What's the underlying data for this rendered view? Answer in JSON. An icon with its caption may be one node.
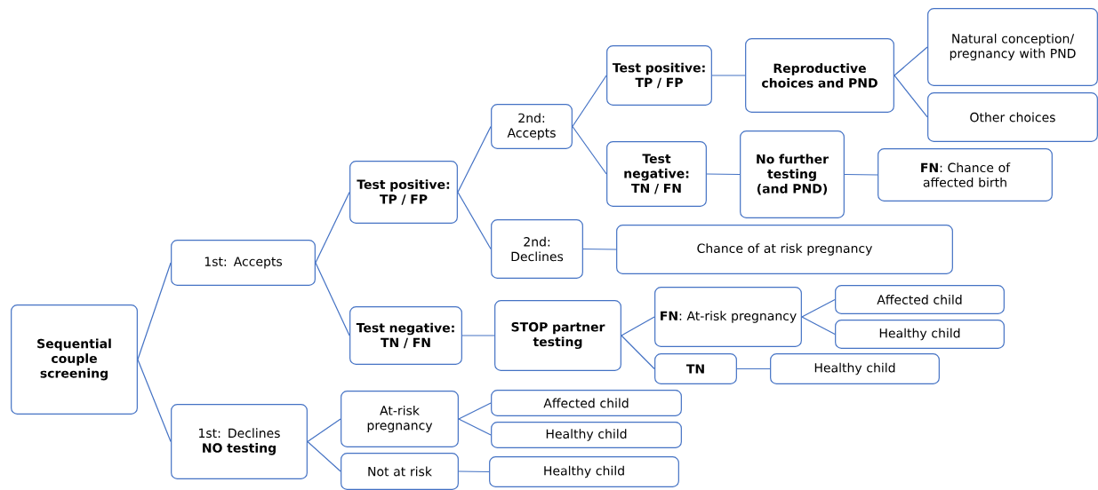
{
  "diagram": {
    "nodes": [
      {
        "text": [
          "Sequential couple screening"
        ]
      },
      {
        "text": [
          "1st: Accepts"
        ]
      },
      {
        "text": [
          "1st: Declines **NO testing**"
        ]
      },
      {
        "text": [
          "Test positive: TP / FP"
        ]
      },
      {
        "text": [
          "Test negative: TN / FN"
        ]
      },
      {
        "text": [
          "2nd: Accepts"
        ]
      },
      {
        "text": [
          "2nd: Declines"
        ]
      },
      {
        "text": [
          "Test positive: TP / FP"
        ]
      },
      {
        "text": [
          "Test negative: TN / FN"
        ]
      },
      {
        "text": [
          "Reproductive choices and PND"
        ]
      },
      {
        "text": [
          "Natural conception/ pregnancy with PND"
        ]
      },
      {
        "text": [
          "Other choices"
        ]
      },
      {
        "text": [
          "No further testing (and PND)"
        ]
      },
      {
        "text": [
          "**FN**: Chance of affected birth"
        ]
      },
      {
        "text": [
          "Chance of at risk pregnancy"
        ]
      },
      {
        "text": [
          "STOP partner testing"
        ]
      },
      {
        "text": [
          "**FN**: At-risk pregnancy"
        ]
      },
      {
        "text": [
          "Affected child"
        ]
      },
      {
        "text": [
          "Healthy child"
        ]
      },
      {
        "text": [
          "TN"
        ]
      },
      {
        "text": [
          "Healthy child"
        ]
      },
      {
        "text": [
          "At-risk pregnancy"
        ]
      },
      {
        "text": [
          "Affected child"
        ]
      },
      {
        "text": [
          "Healthy child"
        ]
      },
      {
        "text": [
          "Not at risk"
        ]
      },
      {
        "text": [
          "Healthy child"
        ]
      }
    ],
    "edges": [
      {
        "from": 0,
        "to": 1,
        "arrow": "none"
      },
      {
        "from": 0,
        "to": 2,
        "arrow": "none"
      },
      {
        "from": 1,
        "to": 3,
        "arrow": "none"
      },
      {
        "from": 1,
        "to": 4,
        "arrow": "none"
      },
      {
        "from": 3,
        "to": 5,
        "arrow": "none"
      },
      {
        "from": 3,
        "to": 6,
        "arrow": "none"
      },
      {
        "from": 5,
        "to": 7,
        "arrow": "none"
      },
      {
        "from": 5,
        "to": 8,
        "arrow": "none"
      },
      {
        "from": 7,
        "to": 9,
        "arrow": "none"
      },
      {
        "from": 9,
        "to": 10,
        "arrow": "none"
      },
      {
        "from": 9,
        "to": 11,
        "arrow": "none"
      },
      {
        "from": 8,
        "to": 12,
        "arrow": "none"
      },
      {
        "from": 12,
        "to": 13,
        "arrow": "none"
      },
      {
        "from": 6,
        "to": 14,
        "arrow": "none"
      },
      {
        "from": 4,
        "to": 15,
        "arrow": "none"
      },
      {
        "from": 15,
        "to": 16,
        "arrow": "none"
      },
      {
        "from": 15,
        "to": 19,
        "arrow": "none"
      },
      {
        "from": 16,
        "to": 17,
        "arrow": "none"
      },
      {
        "from": 16,
        "to": 18,
        "arrow": "none"
      },
      {
        "from": 19,
        "to": 20,
        "arrow": "none"
      },
      {
        "from": 2,
        "to": 21,
        "arrow": "none"
      },
      {
        "from": 2,
        "to": 24,
        "arrow": "none"
      },
      {
        "from": 21,
        "to": 22,
        "arrow": "none"
      },
      {
        "from": 21,
        "to": 23,
        "arrow": "none"
      },
      {
        "from": 24,
        "to": 25,
        "arrow": "none"
      }
    ]
  }
}
